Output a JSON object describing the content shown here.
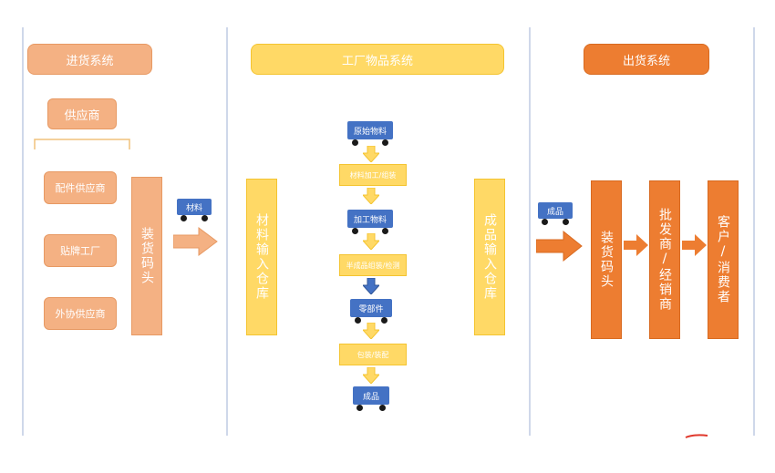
{
  "columns": {
    "left_header": "进货系统",
    "mid_header": "工厂物品系统",
    "right_header": "出货系统"
  },
  "left": {
    "supplier": "供应商",
    "items": [
      "配件供应商",
      "贴牌工厂",
      "外协供应商"
    ],
    "dock": "装货码头",
    "truck": "材料"
  },
  "middle": {
    "raw_in": "材料输入仓库",
    "flow": [
      "原始物料",
      "材料加工/组装",
      "加工物料",
      "半成品组装/检测",
      "零部件",
      "包装/装配",
      "成品"
    ],
    "out": "成品输入仓库"
  },
  "right": {
    "truck": "成品",
    "dock": "装货码头",
    "wholesale": "批发商/经销商",
    "customer": "客户/消费者"
  },
  "colors": {
    "light_orange": "#f4b183",
    "yellow": "#ffd966",
    "orange": "#ed7d31",
    "truck_blue": "#4472c4",
    "divider": "#cfd8ea"
  }
}
